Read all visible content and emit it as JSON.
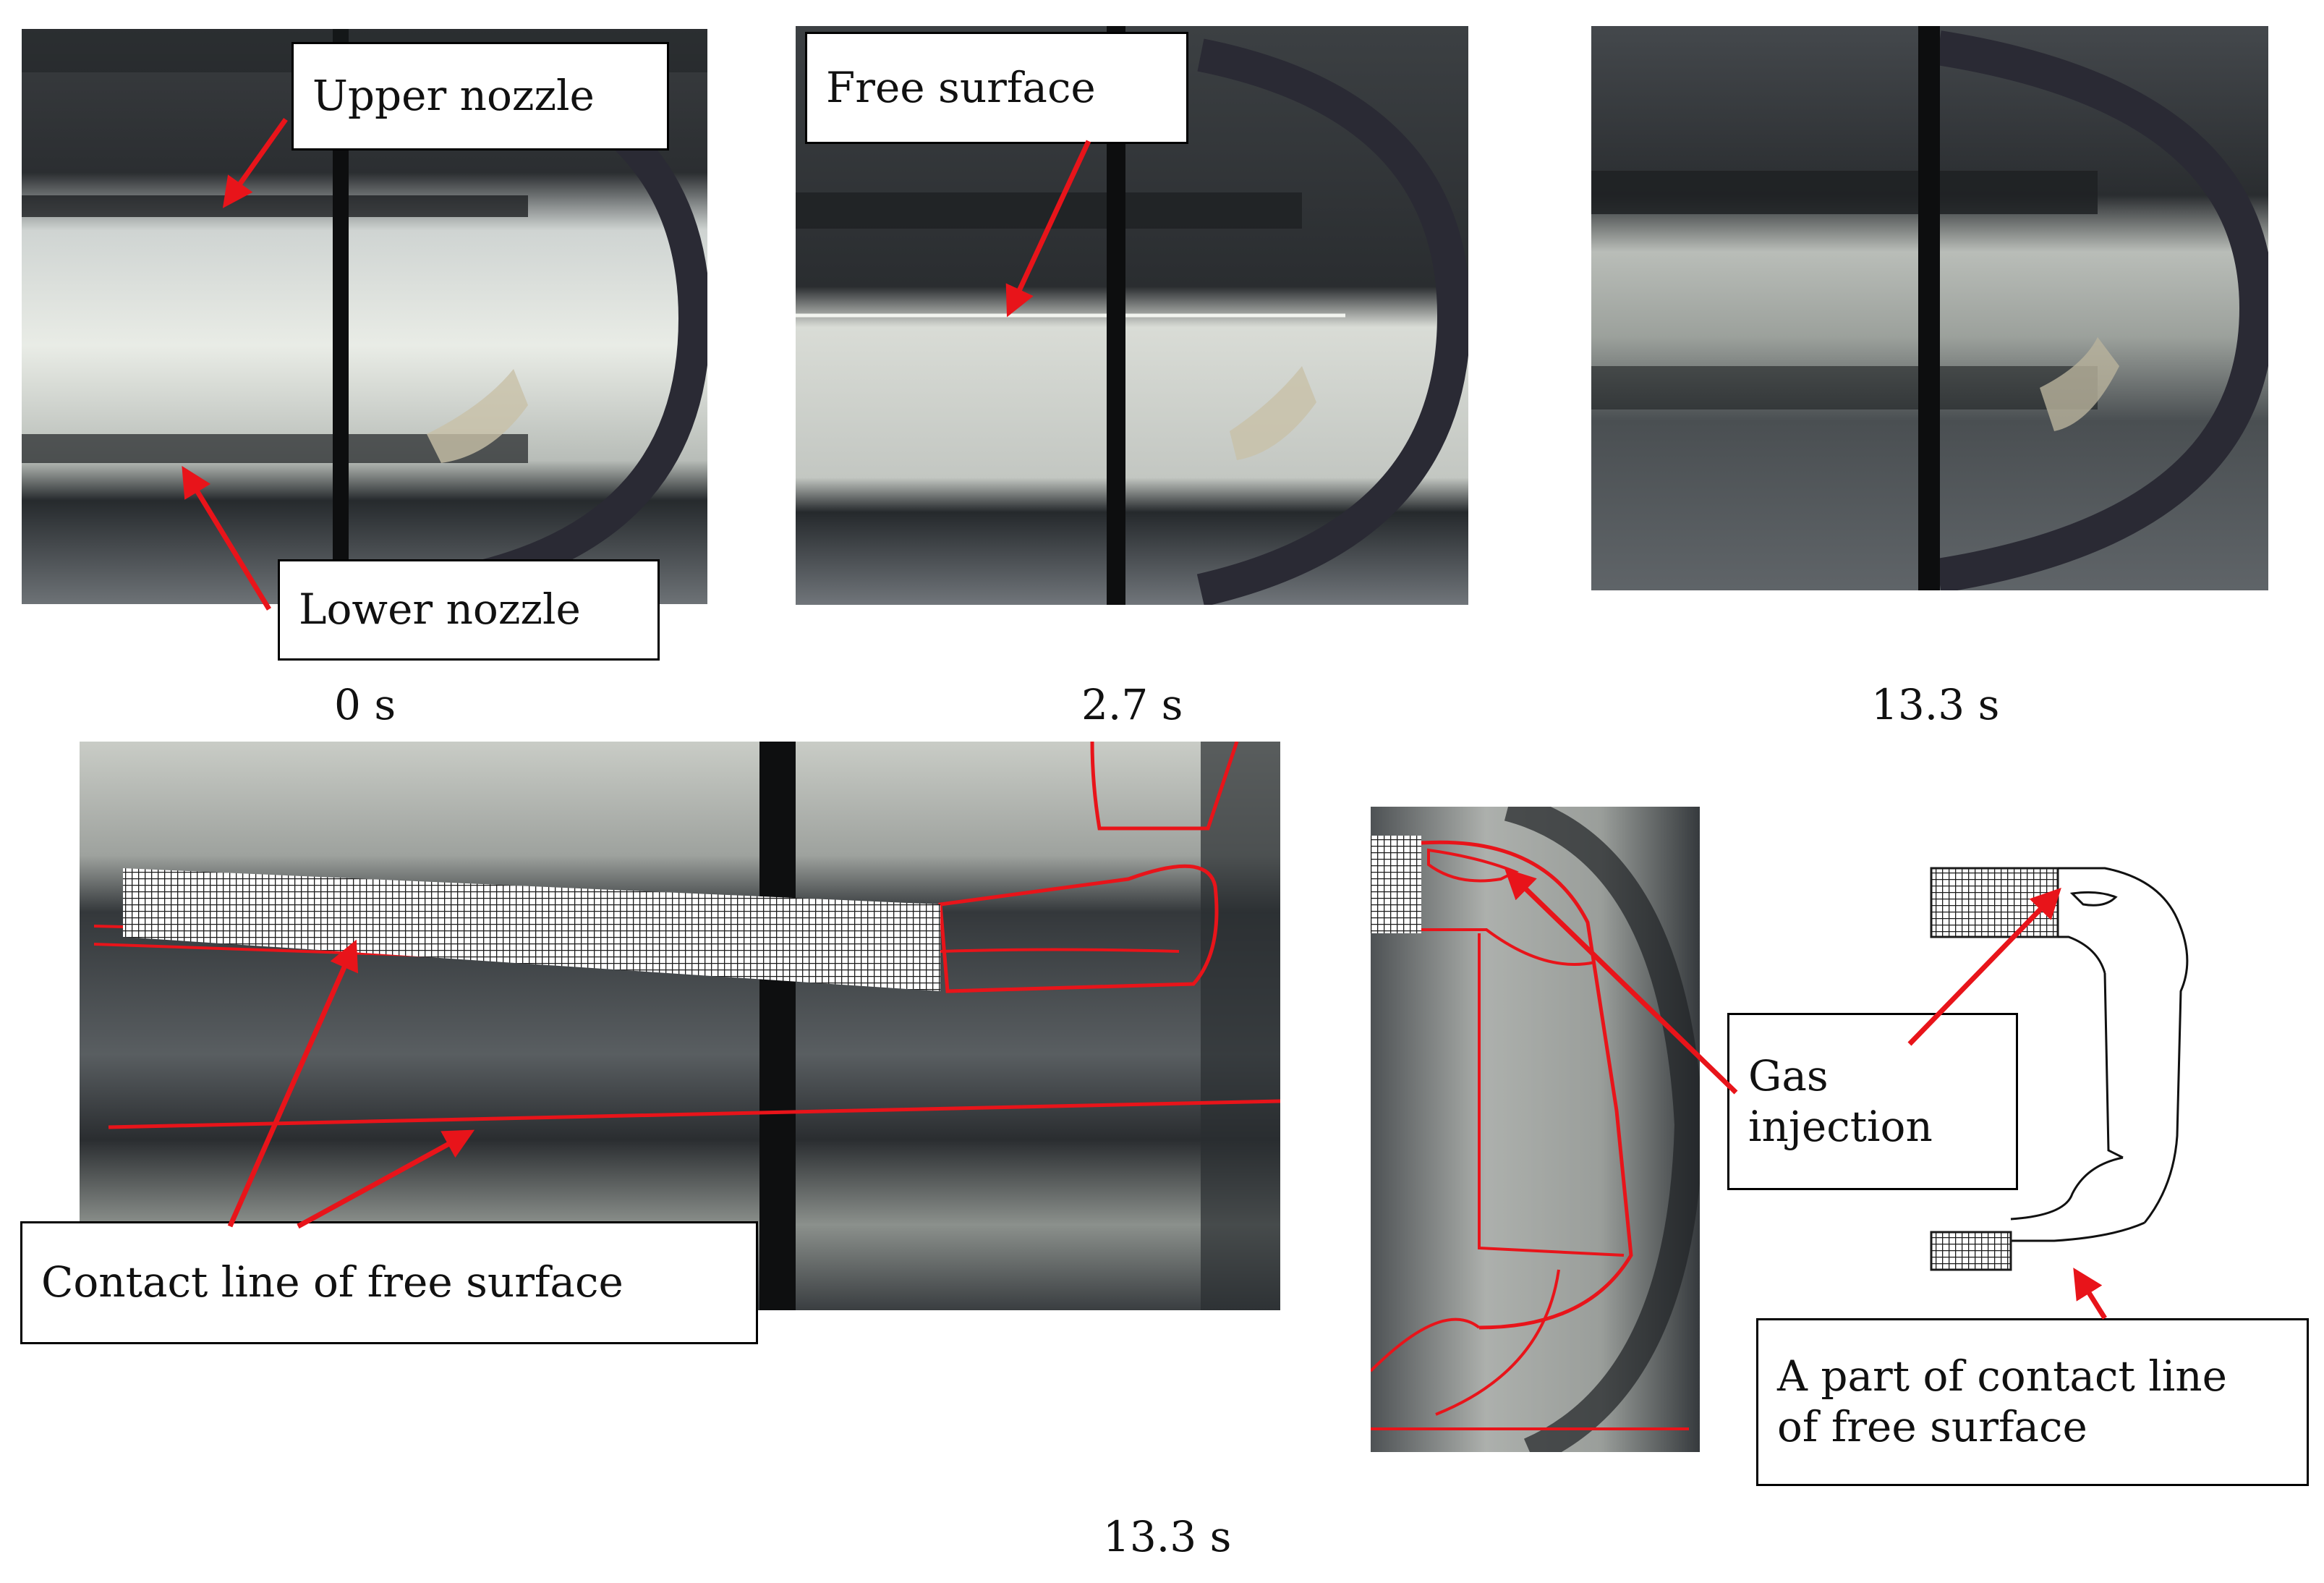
{
  "panels": {
    "t0": {
      "time_label": "0 s",
      "callout_upper": "Upper nozzle",
      "callout_lower": "Lower nozzle"
    },
    "t27": {
      "time_label": "2.7 s",
      "callout_free": "Free surface"
    },
    "t133": {
      "time_label": "13.3 s"
    },
    "bottom": {
      "time_label": "13.3 s",
      "callout_contact": "Contact line of free surface",
      "callout_gas_1": "Gas",
      "callout_gas_2": "injection",
      "callout_part_1": "A part of contact line",
      "callout_part_2": "of free surface"
    }
  },
  "colors": {
    "annotation": "#e8141a",
    "hatch": "#1b1b1b"
  }
}
